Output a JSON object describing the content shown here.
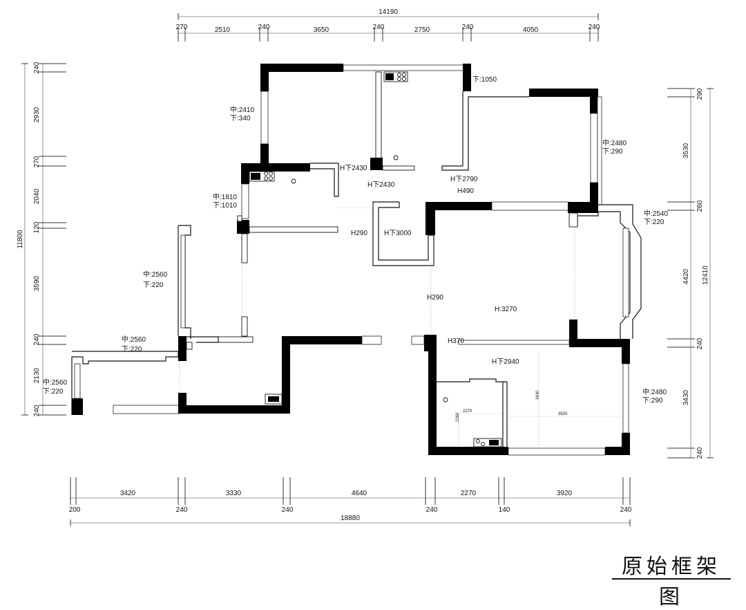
{
  "title": "原始框架图",
  "dimensions": {
    "top_overall": "14190",
    "top_segments": [
      "270",
      "2510",
      "240",
      "3650",
      "240",
      "2750",
      "240",
      "4050",
      "240"
    ],
    "bottom_overall": "18880",
    "bottom_segments": [
      "3420",
      "3330",
      "4640",
      "2270",
      "3920"
    ],
    "bottom_walls": [
      "200",
      "240",
      "240",
      "240",
      "140",
      "240"
    ],
    "left_overall": "11800",
    "left_segments": [
      "240",
      "2930",
      "270",
      "2040",
      "120",
      "3590",
      "240",
      "2130",
      "240"
    ],
    "right_overall": "12410",
    "right_segments": [
      "290",
      "3530",
      "260",
      "4420",
      "240",
      "3430",
      "240"
    ]
  },
  "labels": {
    "w1_mid": "中:2410",
    "w1_low": "下:340",
    "w2_low": "下:1050",
    "w3_mid": "中:2480",
    "w3_low": "下:290",
    "w4_mid": "中:1810",
    "w4_low": "下:1010",
    "w5_mid": "中:2540",
    "w5_low": "下:220",
    "w6_mid": "中:2560",
    "w6_low": "下:220",
    "w7_mid": "中:2560",
    "w7_low": "下:220",
    "w8_mid": "中:2560",
    "w8_low": "下:220",
    "w9_mid": "中:2480",
    "w9_low": "下:290",
    "h1": "H下2430",
    "h2": "H下2430",
    "h3": "H下2790",
    "h4": "H490",
    "h5": "H290",
    "h6": "H下3000",
    "h7": "H290",
    "h8": "H:3270",
    "h9": "H370",
    "h10": "H下2940",
    "m1": "2270",
    "m2": "2160",
    "m3": "3430",
    "m4": "3920"
  }
}
